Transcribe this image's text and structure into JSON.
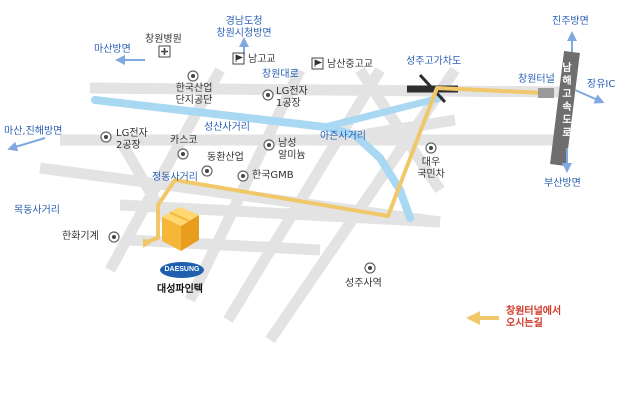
{
  "colors": {
    "road": "#e3e3e3",
    "river": "#a9d8f3",
    "route": "#f0c86a",
    "label_blue": "#2a5fb5",
    "label_dark": "#333333",
    "arrow": "#7fa9e0",
    "accent": "#d23a2a",
    "company_logo": "#1f5fb0"
  },
  "directions": {
    "masan": "마산방면",
    "changwon_city_hall": [
      "경남도청",
      "창원시청방면"
    ],
    "jinju": "진주방면",
    "jangyu_ic": "장유IC",
    "busan": "부산방면",
    "masan_jinhae": "마산,진해방면"
  },
  "highway": {
    "name_chars": [
      "남",
      "해",
      "고",
      "속",
      "도",
      "로"
    ],
    "tunnel": "창원터널"
  },
  "roads": {
    "changwon_daero": "창원대로",
    "seongsan": "성산사거리",
    "ajeon": "아즌사거리",
    "jeongdong": "정동사거리",
    "mokdong": "목동사거리",
    "seongju_overpass": "성주고가차도"
  },
  "landmarks": {
    "hospital": "창원병원",
    "namgo": "남고교",
    "namsan": "남산중고교",
    "industrial_complex": [
      "한국산업",
      "단지공단"
    ],
    "lg_plant1": [
      "LG전자",
      "1공장"
    ],
    "lg_plant2": [
      "LG전자",
      "2공장"
    ],
    "kasco": "카스코",
    "namsung": [
      "남성",
      "알미늄"
    ],
    "donghwan": "동환산업",
    "hanguk_gmb": "한국GMB",
    "daewoo": [
      "대우",
      "국민차"
    ],
    "hanwha": "한화기계",
    "seongju_station": "성주사역"
  },
  "company": {
    "logo_text": "DAESUNG",
    "name": "대성파인텍"
  },
  "legend": {
    "lines": [
      "창원터널에서",
      "오시는길"
    ]
  }
}
